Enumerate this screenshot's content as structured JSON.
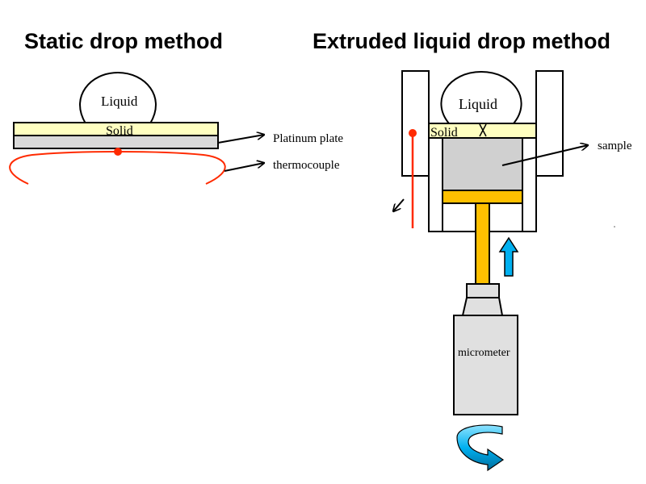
{
  "left_panel": {
    "title": "Static drop method",
    "liquid_label": "Liquid",
    "solid_label": "Solid",
    "platinum_plate_label": "Platinum plate",
    "thermocouple_label": "thermocouple"
  },
  "right_panel": {
    "title": "Extruded liquid drop method",
    "liquid_label": "Liquid",
    "solid_label": "Solid",
    "sample_label": "sample",
    "micrometer_label": "micrometer"
  },
  "colors": {
    "solid_fill": "#ffffc0",
    "plate_fill": "#d9d9d9",
    "thermocouple": "#ff2a00",
    "piston": "#ffc000",
    "arrow_blue": "#00b0f0",
    "sample_fill": "#d0d0d0",
    "micrometer_fill": "#e0e0e0"
  }
}
